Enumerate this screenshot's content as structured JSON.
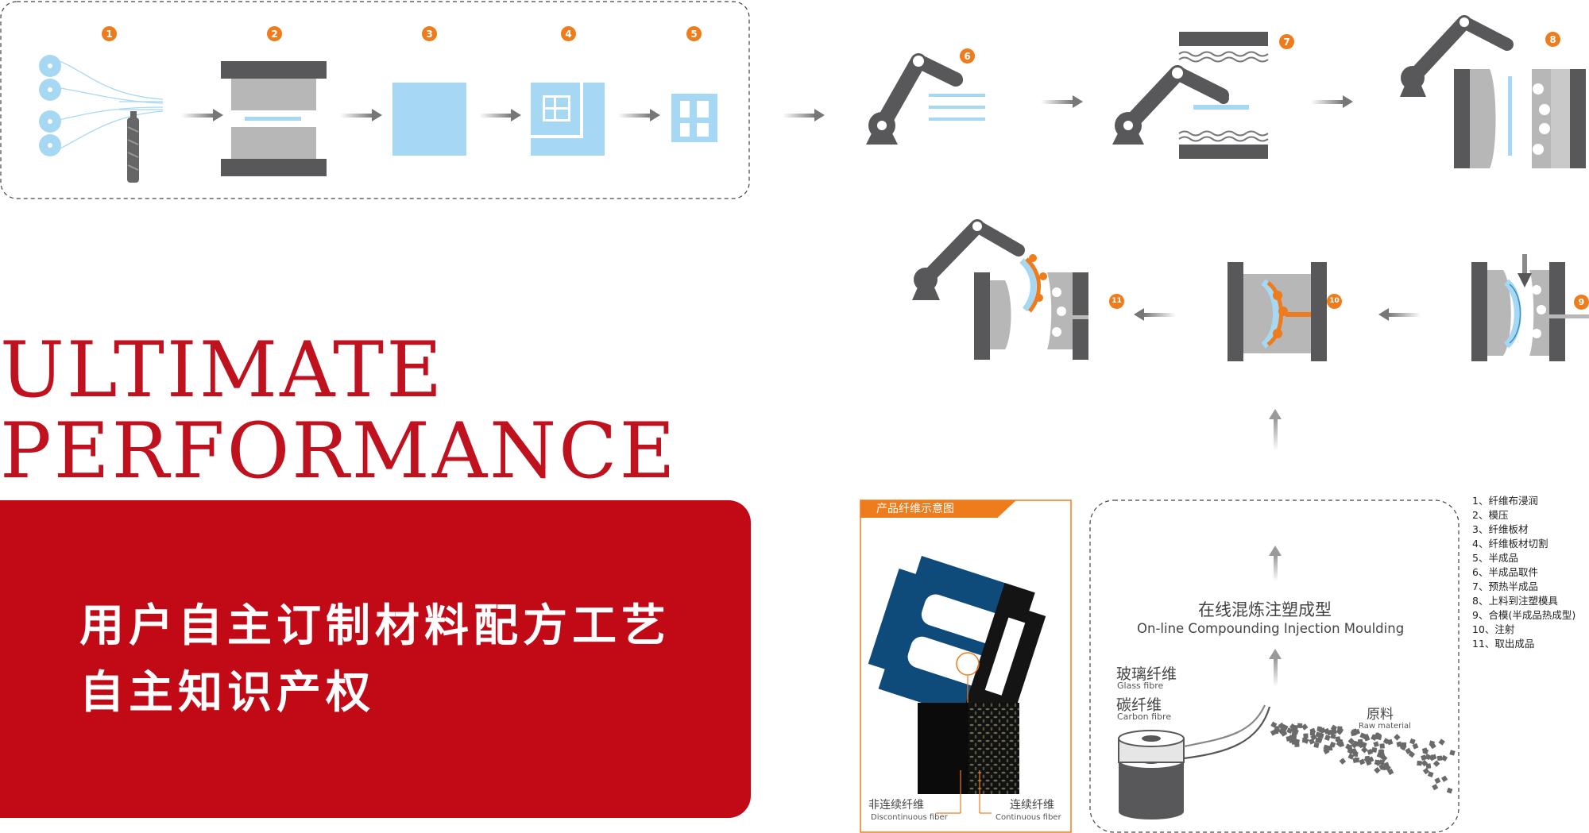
{
  "steps": [
    "1",
    "2",
    "3",
    "4",
    "5",
    "6",
    "7",
    "8",
    "9",
    "10",
    "11"
  ],
  "headline": {
    "line1": "ULTIMATE",
    "line2": "PERFORMANCE"
  },
  "slogan": {
    "line1": "用户自主订制材料配方工艺",
    "line2": "自主知识产权"
  },
  "product_fiber": {
    "title": "产品纤维示意图",
    "discontinuous_cn": "非连续纤维",
    "discontinuous_en": "Discontinuous fiber",
    "continuous_cn": "连续纤维",
    "continuous_en": "Continuous fiber"
  },
  "compounding": {
    "title_cn": "在线混炼注塑成型",
    "title_en": "On-line Compounding Injection Moulding",
    "glass_cn": "玻璃纤维",
    "glass_en": "Glass fibre",
    "carbon_cn": "碳纤维",
    "carbon_en": "Carbon fibre",
    "raw_cn": "原料",
    "raw_en": "Raw material"
  },
  "legend": [
    "1、纤维布浸润",
    "2、模压",
    "3、纤维板材",
    "4、纤维板材切割",
    "5、半成品",
    "6、半成品取件",
    "7、预热半成品",
    "8、上料到注塑模具",
    "9、合模(半成品热成型)",
    "10、注射",
    "11、取出成品"
  ],
  "colors": {
    "accent_orange": "#ee7b1c",
    "brand_red": "#c20a17",
    "fiber_blue": "#a7d8f3",
    "machine_grey": "#58585a"
  }
}
